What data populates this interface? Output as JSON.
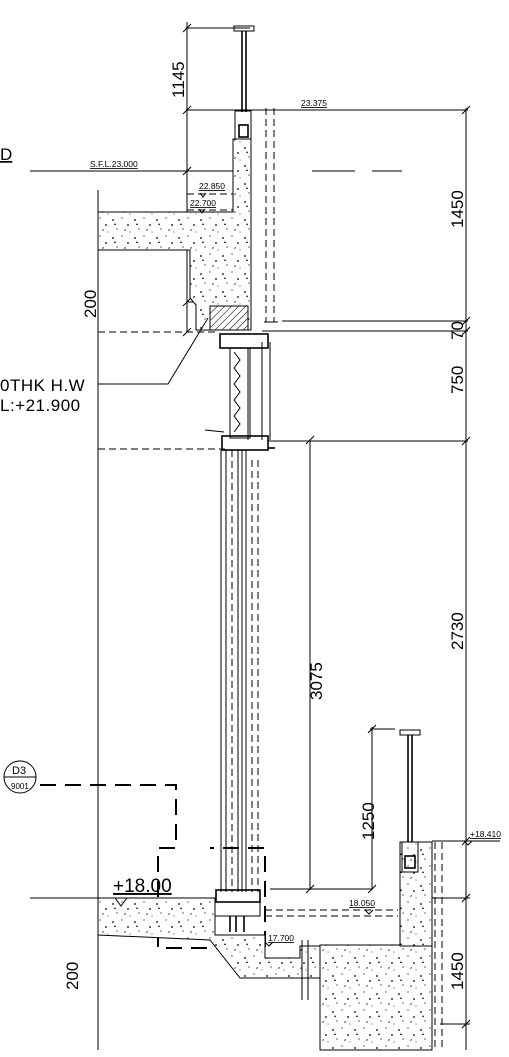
{
  "dimensions": {
    "v1145": "1145",
    "v1450_top": "1450",
    "v200_top": "200",
    "v70": "70",
    "v750": "750",
    "v3075": "3075",
    "v2730": "2730",
    "v1250": "1250",
    "v1450_bottom": "1450",
    "v200_bottom": "200"
  },
  "levels": {
    "l23375": "23.375",
    "sfl23000": "S.F.L.23.000",
    "l22850": "22.850",
    "l22700": "22.700",
    "l18410": "+18.410",
    "l18000": "+18.00",
    "l18050": "18.050",
    "l17700": "17.700"
  },
  "notes": {
    "head_line1": "0THK  H.W",
    "head_line2": "L:+21.900",
    "top_fragment": "D"
  },
  "callout": {
    "ref": "D3",
    "sheet": "9001"
  }
}
